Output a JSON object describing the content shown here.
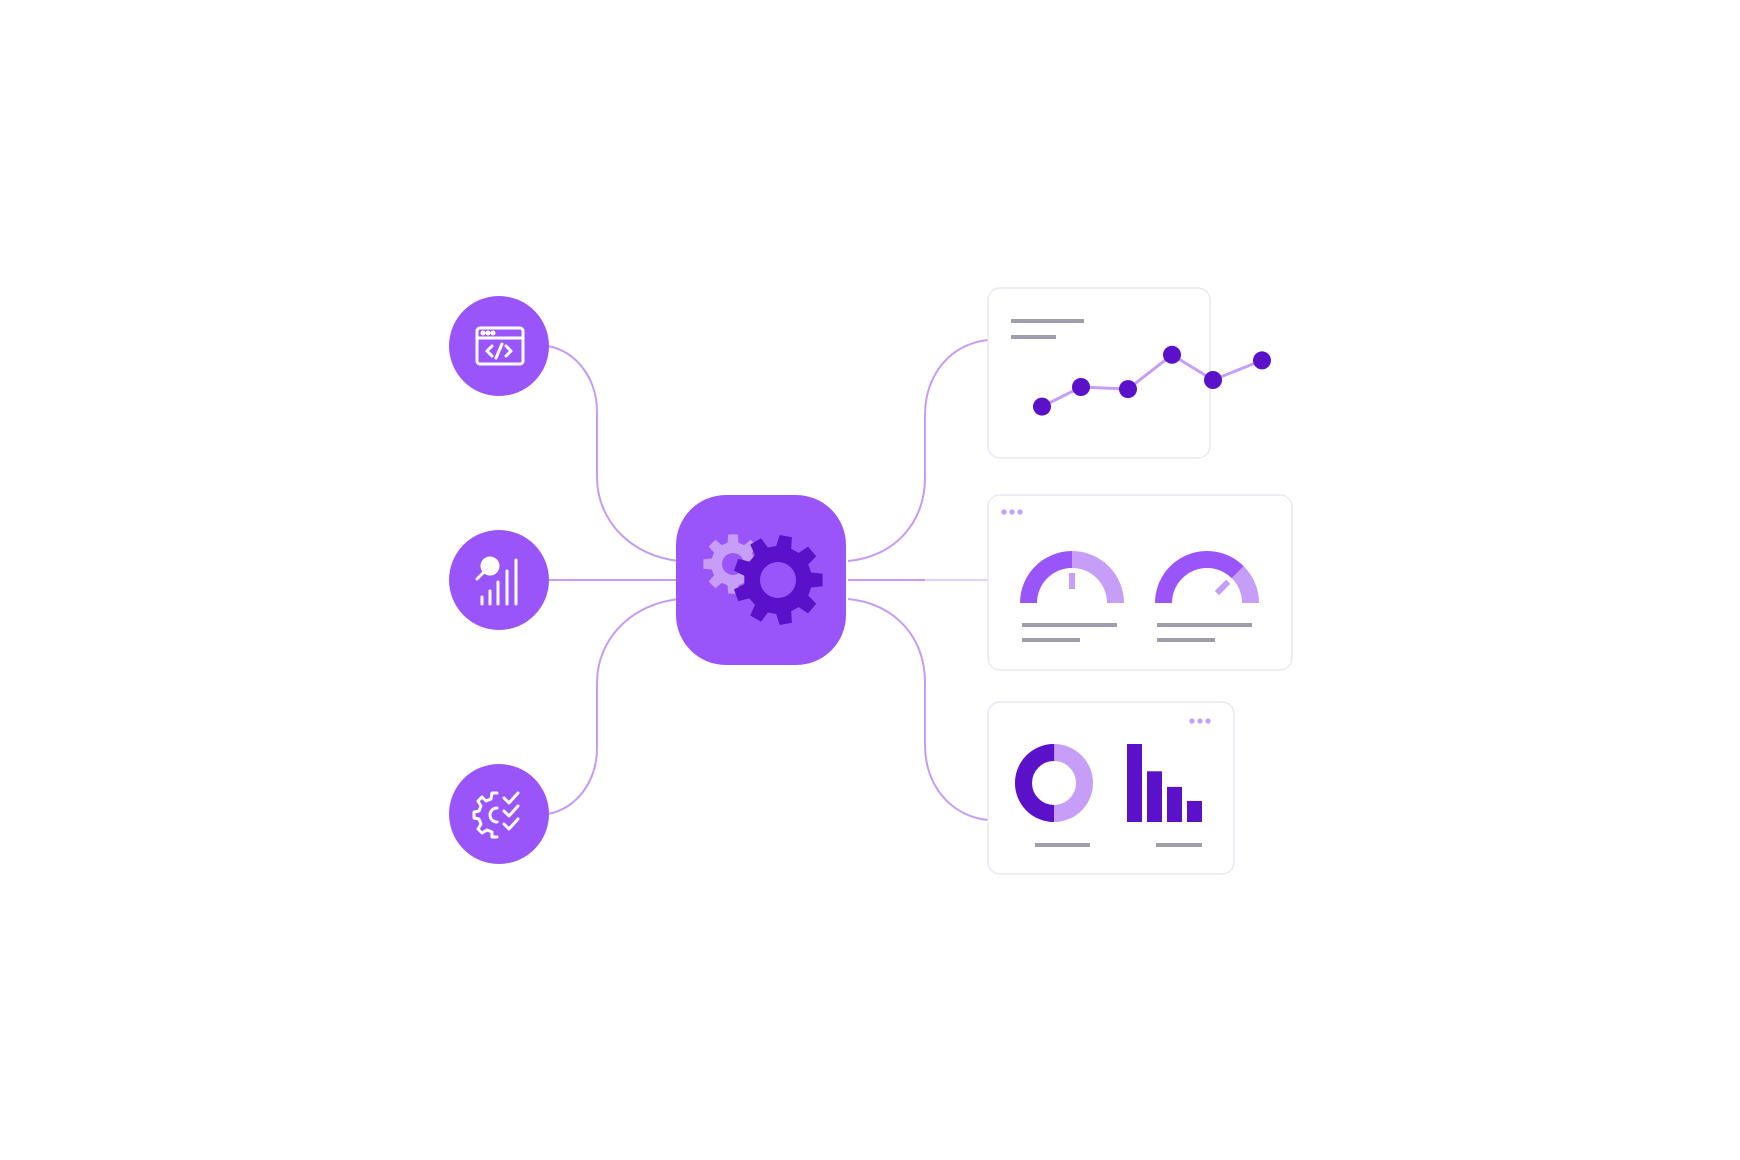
{
  "colors": {
    "background": "#ffffff",
    "primary": "#9a55fa",
    "dark": "#5b10c9",
    "light": "#c79ef7",
    "line": "#c49cf5",
    "line_faint": "#e4d2fb",
    "card_border": "#ece7f3",
    "text_line": "#9e9eac",
    "icon_fg": "#ffffff"
  },
  "hub": {
    "icon": "gears-icon"
  },
  "inputs": [
    {
      "id": "code",
      "icon": "browser-code-icon"
    },
    {
      "id": "search-analytics",
      "icon": "magnifier-bar-chart-icon"
    },
    {
      "id": "gear-checklist",
      "icon": "gear-checklist-icon"
    }
  ],
  "cards": {
    "line_chart": {
      "icon": "line-chart-icon",
      "points": [
        0.12,
        0.4,
        0.37,
        0.86,
        0.5,
        0.78
      ]
    },
    "gauges": {
      "icon": "gauge-icon",
      "menu_icon": "more-dots-icon",
      "gauges": [
        {
          "value": 0.5
        },
        {
          "value": 0.75
        }
      ]
    },
    "composition": {
      "menu_icon": "more-dots-icon",
      "donut": {
        "icon": "donut-icon",
        "share": 0.5
      },
      "bars": {
        "icon": "bar-chart-icon",
        "values": [
          1.0,
          0.65,
          0.45,
          0.27
        ]
      }
    }
  }
}
